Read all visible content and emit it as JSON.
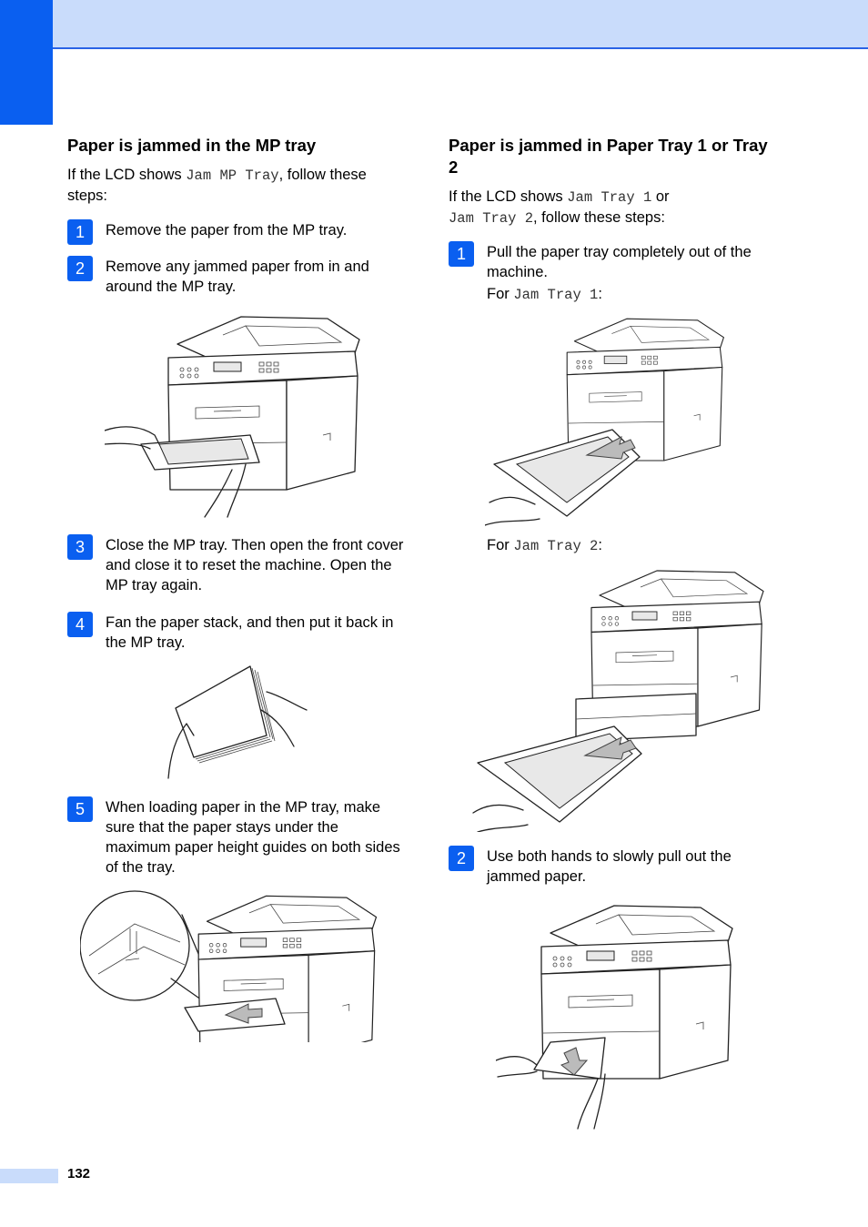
{
  "page_number": "132",
  "left": {
    "heading": "Paper is jammed in the MP tray",
    "intro_pre": "If the LCD shows ",
    "intro_code": "Jam MP Tray",
    "intro_post": ", follow these steps:",
    "steps": [
      {
        "num": "1",
        "text": "Remove the paper from the MP tray."
      },
      {
        "num": "2",
        "text": "Remove any jammed paper from in and around the MP tray."
      },
      {
        "num": "3",
        "text": "Close the MP tray. Then open the front cover and close it to reset the machine. Open the MP tray again."
      },
      {
        "num": "4",
        "text": "Fan the paper stack, and then put it back in the MP tray."
      },
      {
        "num": "5",
        "text": "When loading paper in the MP tray, make sure that the paper stays under the maximum paper height guides on both sides of the tray."
      }
    ]
  },
  "right": {
    "heading": "Paper is jammed in Paper Tray 1 or Tray 2",
    "intro_pre": "If the LCD shows ",
    "intro_code1": "Jam Tray 1",
    "intro_mid": " or",
    "intro_code2": "Jam Tray 2",
    "intro_post": ", follow these steps:",
    "step1": {
      "num": "1",
      "text": "Pull the paper tray completely out of the machine."
    },
    "for1_pre": "For ",
    "for1_code": "Jam Tray 1",
    "for1_post": ":",
    "for2_pre": "For ",
    "for2_code": "Jam Tray 2",
    "for2_post": ":",
    "step2": {
      "num": "2",
      "text": "Use both hands to slowly pull out the jammed paper."
    }
  },
  "colors": {
    "accent": "#0a5ff0",
    "band": "#c9dcfb"
  }
}
